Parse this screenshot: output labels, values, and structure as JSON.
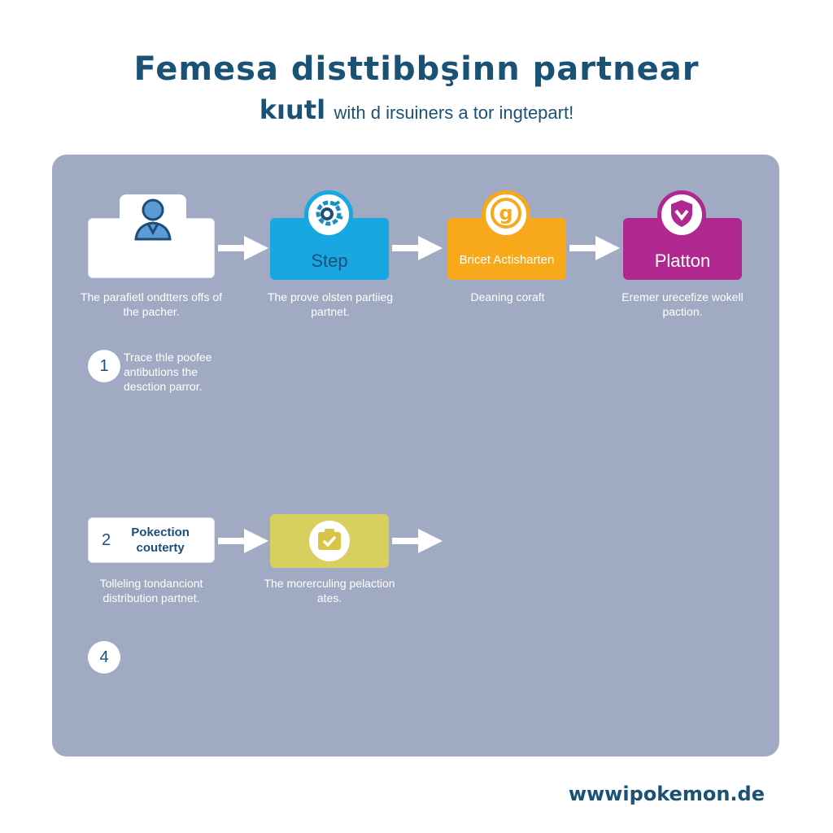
{
  "header": {
    "title": "Femesa disttibbşinn partnear",
    "subtitle_strong": "kıutl",
    "subtitle_rest": "with d irsuiners a tor ingtepart!"
  },
  "row1": {
    "boxes": [
      {
        "label": "",
        "caption": "The parafietl ondtters offs of the pacher."
      },
      {
        "label": "Step",
        "caption": "The prove olsten partiieg partnet."
      },
      {
        "label": "Bricet Actisharten",
        "caption": "Deaning coraft"
      },
      {
        "label": "Platton",
        "caption": "Eremer urecefize wokell paction."
      }
    ]
  },
  "step1": {
    "number": "1",
    "text": "Trace thle poofee antibutions the desction parror."
  },
  "row2": {
    "number": "2",
    "box1_label": "Pokection couterty",
    "box1_caption": "Tolleling tondanciont distribution partnet.",
    "box2_caption": "The morerculing pelaction ates."
  },
  "step4": {
    "number": "4"
  },
  "footer": {
    "url": "wwwipokemon.de"
  },
  "colors": {
    "panel": "#a0aac2",
    "blue": "#18a7e0",
    "orange": "#f7a81b",
    "purple": "#b0278f",
    "olive": "#d9cf5e",
    "navy": "#1a5276"
  },
  "icons": [
    "person-icon",
    "gear-icon",
    "coin-icon",
    "shield-icon",
    "checkbox-icon",
    "arrow-right-icon"
  ]
}
